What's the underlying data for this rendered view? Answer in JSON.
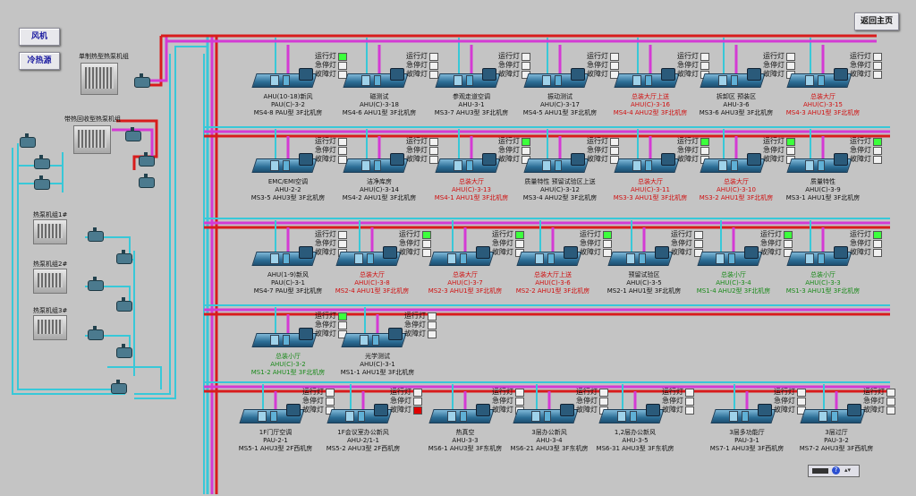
{
  "buttons": {
    "fan": "风机",
    "cold_heat": "冷热源",
    "home": "返回主页"
  },
  "lamp_labels": {
    "run": "运行灯",
    "estop": "急停灯",
    "fault": "故障灯"
  },
  "machines": {
    "single_cool": "单制热型热泵机组",
    "heat_recovery": "带热回收型热泵机组",
    "hp1": "热泵机组1#",
    "hp2": "热泵机组2#",
    "hp3": "热泵机组3#"
  },
  "status_bar": {
    "help": "?",
    "arrows": "▴▾"
  },
  "colors": {
    "hot_pipe": "#d81c1c",
    "supply_pipe": "#d43ad4",
    "water_pipe": "#38c8d8",
    "lamp_on": "#3cff3c",
    "lamp_fault": "#e00000",
    "label_red": "#d01010",
    "label_green": "#1a8a1a"
  },
  "units": [
    {
      "lines": [
        "AHU(10-18)新风",
        "PAU(C)-3-2",
        "MS4-8 PAU型 3F北机房"
      ],
      "color": "black",
      "run": true,
      "fault": false
    },
    {
      "lines": [
        "磁测试",
        "AHU(C)-3-18",
        "MS4-6 AHU1型 3F北机房"
      ],
      "color": "black",
      "run": false,
      "fault": false
    },
    {
      "lines": [
        "参观走道空调",
        "AHU-3-1",
        "MS3-7 AHU3型 3F北机房"
      ],
      "color": "black",
      "run": false,
      "fault": false
    },
    {
      "lines": [
        "振动测试",
        "AHU(C)-3-17",
        "MS4-5 AHU1型 3F北机房"
      ],
      "color": "black",
      "run": false,
      "fault": false
    },
    {
      "lines": [
        "总装大厅上送",
        "AHU(C)-3-16",
        "MS4-4 AHU2型 3F北机房"
      ],
      "color": "red",
      "run": false,
      "fault": false
    },
    {
      "lines": [
        "拆卸区 预装区",
        "AHU-3-6",
        "MS3-6 AHU3型 3F北机房"
      ],
      "color": "black",
      "run": false,
      "fault": false
    },
    {
      "lines": [
        "总装大厅",
        "AHU(C)-3-15",
        "MS4-3 AHU1型 3F北机房"
      ],
      "color": "red",
      "run": false,
      "fault": false
    },
    {
      "lines": [
        "EMC/EMI空调",
        "AHU-2-2",
        "MS3-5 AHU3型 3F北机房"
      ],
      "color": "black",
      "run": false,
      "fault": false
    },
    {
      "lines": [
        "洁净库房",
        "AHU(C)-3-14",
        "MS4-2 AHU1型 3F北机房"
      ],
      "color": "black",
      "run": false,
      "fault": false
    },
    {
      "lines": [
        "总装大厅",
        "AHU(C)-3-13",
        "MS4-1 AHU1型 3F北机房"
      ],
      "color": "red",
      "run": true,
      "fault": false
    },
    {
      "lines": [
        "质量特性 预留试验区上送",
        "AHU(C)-3-12",
        "MS3-4 AHU2型 3F北机房"
      ],
      "color": "black",
      "run": false,
      "fault": false
    },
    {
      "lines": [
        "总装大厅",
        "AHU(C)-3-11",
        "MS3-3 AHU1型 3F北机房"
      ],
      "color": "red",
      "run": true,
      "fault": false
    },
    {
      "lines": [
        "总装大厅",
        "AHU(C)-3-10",
        "MS3-2 AHU1型 3F北机房"
      ],
      "color": "red",
      "run": true,
      "fault": false
    },
    {
      "lines": [
        "质量特性",
        "AHU(C)-3-9",
        "MS3-1 AHU1型 3F北机房"
      ],
      "color": "black",
      "run": true,
      "fault": false
    },
    {
      "lines": [
        "AHU(1-9)新风",
        "PAU(C)-3-1",
        "MS4-7 PAU型 3F北机房"
      ],
      "color": "black",
      "run": false,
      "fault": false
    },
    {
      "lines": [
        "总装大厅",
        "AHU(C)-3-8",
        "MS2-4 AHU1型 3F北机房"
      ],
      "color": "red",
      "run": true,
      "fault": false
    },
    {
      "lines": [
        "总装大厅",
        "AHU(C)-3-7",
        "MS2-3 AHU1型 3F北机房"
      ],
      "color": "red",
      "run": true,
      "fault": false
    },
    {
      "lines": [
        "总装大厅上送",
        "AHU(C)-3-6",
        "MS2-2 AHU1型 3F北机房"
      ],
      "color": "red",
      "run": true,
      "fault": false
    },
    {
      "lines": [
        "预留试验区",
        "AHU(C)-3-5",
        "MS2-1 AHU1型 3F北机房"
      ],
      "color": "black",
      "run": false,
      "fault": false
    },
    {
      "lines": [
        "总装小厅",
        "AHU(C)-3-4",
        "MS1-4 AHU2型 3F北机房"
      ],
      "color": "green",
      "run": true,
      "fault": false
    },
    {
      "lines": [
        "总装小厅",
        "AHU(C)-3-3",
        "MS1-3 AHU1型 3F北机房"
      ],
      "color": "green",
      "run": true,
      "fault": false
    },
    {
      "lines": [
        "总装小厅",
        "AHU(C)-3-2",
        "MS1-2 AHU1型 3F北机房"
      ],
      "color": "green",
      "run": true,
      "fault": false
    },
    {
      "lines": [
        "光学测试",
        "AHU(C)-3-1",
        "MS1-1 AHU1型 3F北机房"
      ],
      "color": "black",
      "run": false,
      "fault": false
    },
    {
      "lines": [
        "1F门厅空调",
        "PAU-2-1",
        "MS5-1 AHU3型 2F西机房"
      ],
      "color": "black",
      "run": false,
      "fault": false
    },
    {
      "lines": [
        "1F会议室办公新风",
        "AHU-2/1-1",
        "MS5-2 AHU3型 2F西机房"
      ],
      "color": "black",
      "run": false,
      "fault": true
    },
    {
      "lines": [
        "热真空",
        "AHU-3-3",
        "MS6-1 AHU3型 3F东机房"
      ],
      "color": "black",
      "run": false,
      "fault": false
    },
    {
      "lines": [
        "3层办公新风",
        "AHU-3-4",
        "MS6-21 AHU3型 3F东机房"
      ],
      "color": "black",
      "run": false,
      "fault": false
    },
    {
      "lines": [
        "1,2层办公新风",
        "AHU-3-5",
        "MS6-31 AHU3型 3F东机房"
      ],
      "color": "black",
      "run": false,
      "fault": false
    },
    {
      "lines": [
        "3层多功能厅",
        "PAU-3-1",
        "MS7-1 AHU3型 3F西机房"
      ],
      "color": "black",
      "run": false,
      "fault": false
    },
    {
      "lines": [
        "3层过厅",
        "PAU-3-2",
        "MS7-2 AHU3型 3F西机房"
      ],
      "color": "black",
      "run": false,
      "fault": false
    }
  ]
}
